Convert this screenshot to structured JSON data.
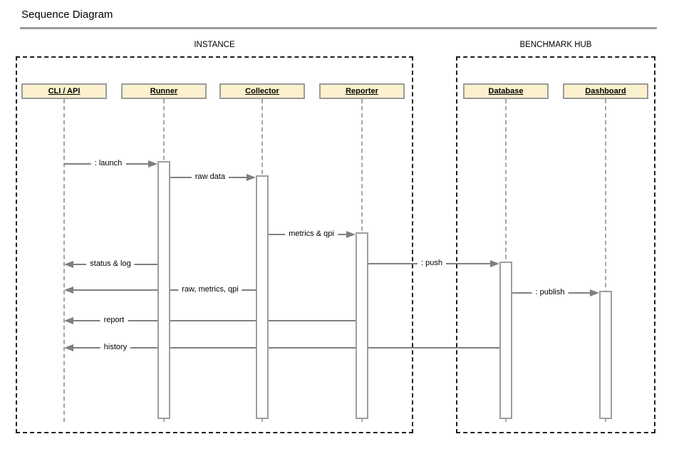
{
  "title": "Sequence Diagram",
  "frames": [
    {
      "label": "INSTANCE"
    },
    {
      "label": "BENCHMARK HUB"
    }
  ],
  "actors": [
    {
      "label": "CLI / API"
    },
    {
      "label": "Runner"
    },
    {
      "label": "Collector"
    },
    {
      "label": "Reporter"
    },
    {
      "label": "Database"
    },
    {
      "label": "Dashboard"
    }
  ],
  "messages": [
    {
      "label": ": launch",
      "from": "CLI / API",
      "to": "Runner"
    },
    {
      "label": "raw data",
      "from": "Runner",
      "to": "Collector"
    },
    {
      "label": "metrics & qpi",
      "from": "Collector",
      "to": "Reporter"
    },
    {
      "label": "status & log",
      "from": "Runner",
      "to": "CLI / API"
    },
    {
      "label": ": push",
      "from": "Reporter",
      "to": "Database"
    },
    {
      "label": "raw, metrics, qpi",
      "from": "Collector",
      "to": "CLI / API"
    },
    {
      "label": ": publish",
      "from": "Database",
      "to": "Dashboard"
    },
    {
      "label": "report",
      "from": "Reporter",
      "to": "CLI / API"
    },
    {
      "label": "history",
      "from": "Database",
      "to": "CLI / API"
    }
  ],
  "colors": {
    "actor_fill": "#FBF1CE",
    "actor_border": "#9B9B9B",
    "line": "#7F7F7F",
    "lifeline": "#A6A6A6",
    "frame_border": "#1F1F1F",
    "rule": "#9A9A9A",
    "text": "#000000"
  }
}
